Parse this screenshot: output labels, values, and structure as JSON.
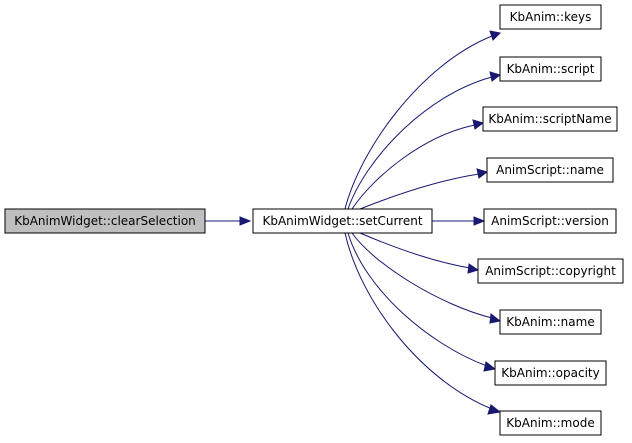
{
  "graph": {
    "root": {
      "label": "KbAnimWidget::clearSelection"
    },
    "hub": {
      "label": "KbAnimWidget::setCurrent"
    },
    "callees": [
      {
        "label": "KbAnim::keys"
      },
      {
        "label": "KbAnim::script"
      },
      {
        "label": "KbAnim::scriptName"
      },
      {
        "label": "AnimScript::name"
      },
      {
        "label": "AnimScript::version"
      },
      {
        "label": "AnimScript::copyright"
      },
      {
        "label": "KbAnim::name"
      },
      {
        "label": "KbAnim::opacity"
      },
      {
        "label": "KbAnim::mode"
      }
    ],
    "colors": {
      "root_fill": "#bfbfbf",
      "node_fill": "#ffffff",
      "node_border": "#000000",
      "edge": "#191970"
    }
  }
}
